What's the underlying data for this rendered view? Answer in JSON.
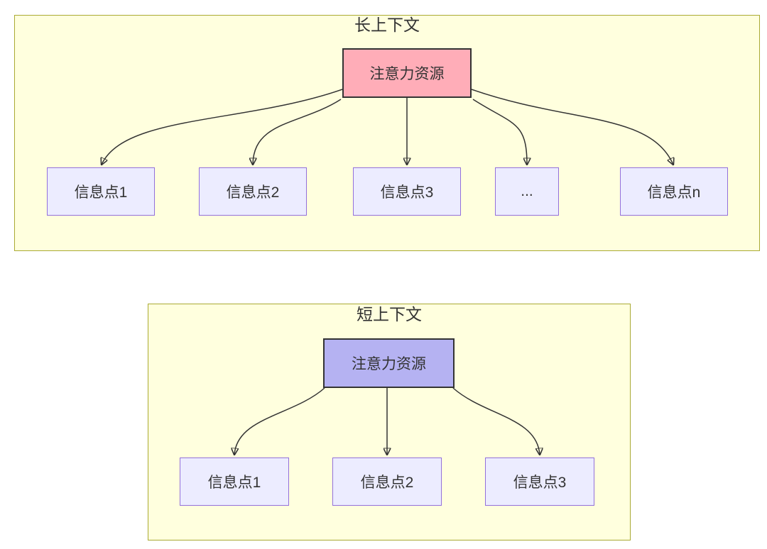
{
  "long_context": {
    "title": "长上下文",
    "attention_node": {
      "label": "注意力资源"
    },
    "info_nodes": [
      {
        "label": "信息点1"
      },
      {
        "label": "信息点2"
      },
      {
        "label": "信息点3"
      },
      {
        "label": "..."
      },
      {
        "label": "信息点n"
      }
    ]
  },
  "short_context": {
    "title": "短上下文",
    "attention_node": {
      "label": "注意力资源"
    },
    "info_nodes": [
      {
        "label": "信息点1"
      },
      {
        "label": "信息点2"
      },
      {
        "label": "信息点3"
      }
    ]
  },
  "colors": {
    "cluster_fill": "#ffffde",
    "cluster_border": "#aaaa33",
    "long_attention_fill": "#ffadb8",
    "short_attention_fill": "#b5b2f2",
    "info_node_fill": "#ececff",
    "info_node_border": "#9370db",
    "attention_border": "#333333",
    "edge": "#333333",
    "text": "#333333",
    "background": "#ffffff"
  }
}
